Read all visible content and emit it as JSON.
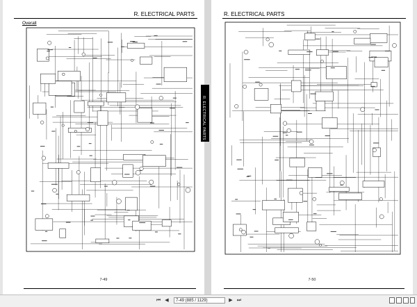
{
  "left_page": {
    "section_title": "R. ELECTRICAL PARTS",
    "subtitle": "Overall",
    "page_number": "7-49"
  },
  "right_page": {
    "section_title": "R. ELECTRICAL PARTS",
    "page_number": "7-50"
  },
  "side_tab": {
    "label": "R. ELECTRICAL PARTS"
  },
  "toolbar": {
    "page_field": "7-49 (885 / 1129)",
    "icons": [
      "first-page-icon",
      "previous-page-icon",
      "next-page-icon",
      "last-page-icon",
      "single-page-icon",
      "two-page-icon",
      "fit-width-icon",
      "fit-page-icon"
    ]
  }
}
